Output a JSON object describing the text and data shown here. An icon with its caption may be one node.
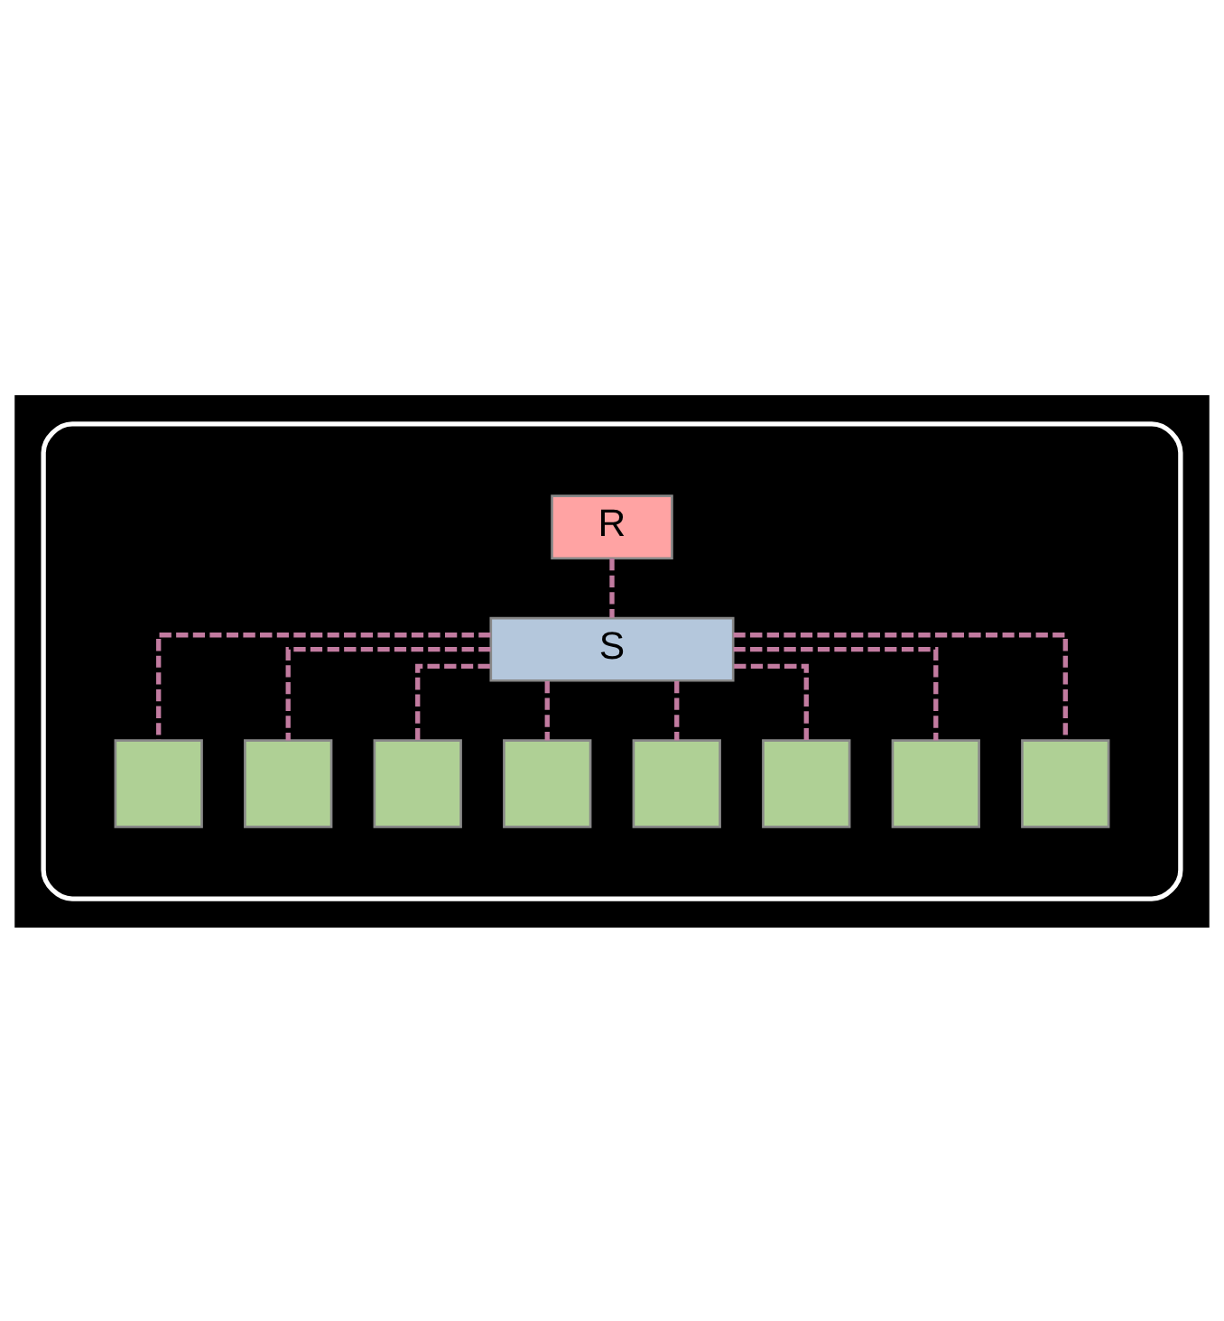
{
  "diagram": {
    "nodes": [
      {
        "text": [],
        "shape": "ellipse"
      },
      {
        "text": [
          "R"
        ],
        "in": 0
      },
      {
        "text": [
          "S"
        ],
        "in": 0
      },
      {
        "text": [],
        "shape": "box",
        "in": 0
      },
      {
        "text": [],
        "shape": "box",
        "in": 0
      },
      {
        "text": [],
        "shape": "box",
        "in": 0
      },
      {
        "text": [],
        "shape": "box",
        "in": 0
      },
      {
        "text": [],
        "shape": "box",
        "in": 0
      },
      {
        "text": [],
        "shape": "box",
        "in": 0
      },
      {
        "text": [],
        "shape": "box",
        "in": 0
      },
      {
        "text": [],
        "shape": "box",
        "in": 0
      }
    ],
    "edges": [
      {
        "from": 1,
        "to": 2,
        "arrow": "none",
        "style": "dashed"
      },
      {
        "from": 2,
        "to": 3,
        "arrow": "none",
        "style": "dashed"
      },
      {
        "from": 2,
        "to": 4,
        "arrow": "none",
        "style": "dashed"
      },
      {
        "from": 2,
        "to": 5,
        "arrow": "none",
        "style": "dashed"
      },
      {
        "from": 2,
        "to": 6,
        "arrow": "none",
        "style": "dashed"
      },
      {
        "from": 2,
        "to": 7,
        "arrow": "none",
        "style": "dashed"
      },
      {
        "from": 2,
        "to": 8,
        "arrow": "none",
        "style": "dashed"
      },
      {
        "from": 2,
        "to": 9,
        "arrow": "none",
        "style": "dashed"
      },
      {
        "from": 2,
        "to": 10,
        "arrow": "none",
        "style": "dashed"
      }
    ]
  }
}
